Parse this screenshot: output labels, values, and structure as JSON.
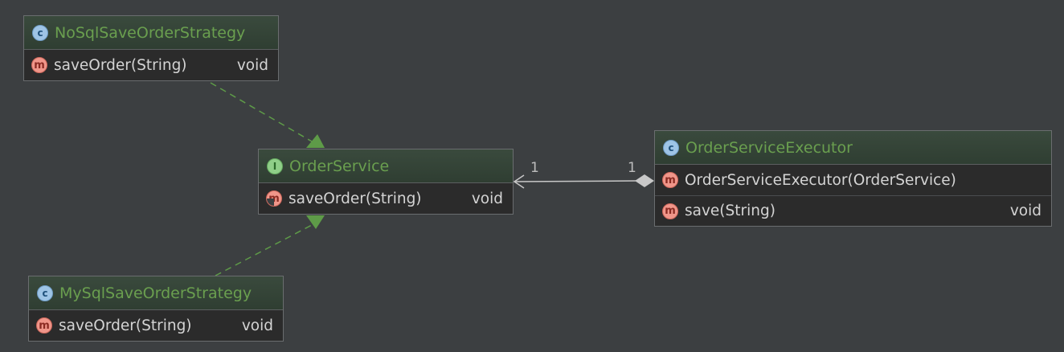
{
  "colors": {
    "background": "#3c3f41",
    "class_name": "#6a9f4f",
    "edge_realization": "#5e9b48",
    "edge_association": "#c8c8c8",
    "text": "#d4d4d4"
  },
  "classes": {
    "nosql": {
      "icon": "class-icon",
      "icon_letter": "c",
      "name": "NoSqlSaveOrderStrategy",
      "members": [
        {
          "icon": "method-icon",
          "icon_letter": "m",
          "name": "saveOrder(String)",
          "type": "void"
        }
      ]
    },
    "mysql": {
      "icon": "class-icon",
      "icon_letter": "c",
      "name": "MySqlSaveOrderStrategy",
      "members": [
        {
          "icon": "method-icon",
          "icon_letter": "m",
          "name": "saveOrder(String)",
          "type": "void"
        }
      ]
    },
    "order_service": {
      "icon": "interface-icon",
      "icon_letter": "I",
      "name": "OrderService",
      "members": [
        {
          "icon": "abstract-method-icon",
          "icon_letter": "m",
          "name": "saveOrder(String)",
          "type": "void"
        }
      ]
    },
    "executor": {
      "icon": "class-icon",
      "icon_letter": "c",
      "name": "OrderServiceExecutor",
      "members": [
        {
          "icon": "method-icon",
          "icon_letter": "m",
          "name": "OrderServiceExecutor(OrderService)",
          "type": ""
        },
        {
          "icon": "method-icon",
          "icon_letter": "m",
          "name": "save(String)",
          "type": "void"
        }
      ]
    }
  },
  "relations": {
    "association": {
      "source_multiplicity": "1",
      "target_multiplicity": "1"
    }
  }
}
